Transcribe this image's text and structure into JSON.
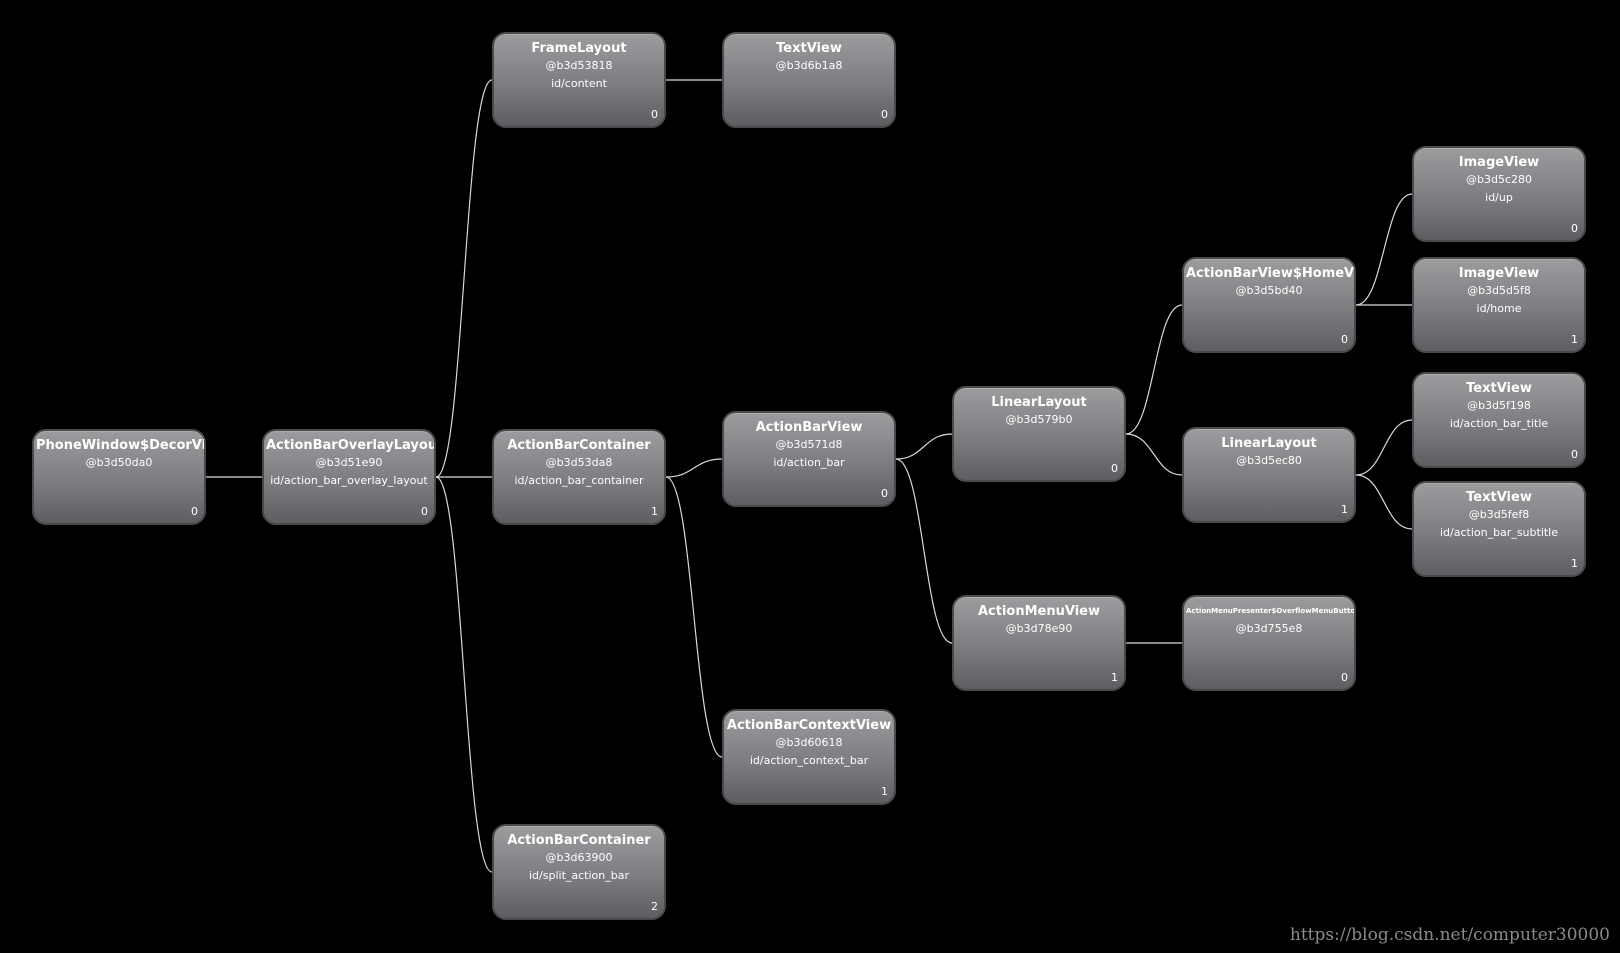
{
  "nodes": {
    "decor": {
      "title": "PhoneWindow$DecorView",
      "addr": "@b3d50da0",
      "rid": "",
      "index": "0"
    },
    "overlay": {
      "title": "ActionBarOverlayLayout",
      "addr": "@b3d51e90",
      "rid": "id/action_bar_overlay_layout",
      "index": "0"
    },
    "frame": {
      "title": "FrameLayout",
      "addr": "@b3d53818",
      "rid": "id/content",
      "index": "0"
    },
    "textview_content": {
      "title": "TextView",
      "addr": "@b3d6b1a8",
      "rid": "",
      "index": "0"
    },
    "container": {
      "title": "ActionBarContainer",
      "addr": "@b3d53da8",
      "rid": "id/action_bar_container",
      "index": "1"
    },
    "split": {
      "title": "ActionBarContainer",
      "addr": "@b3d63900",
      "rid": "id/split_action_bar",
      "index": "2"
    },
    "actionbarview": {
      "title": "ActionBarView",
      "addr": "@b3d571d8",
      "rid": "id/action_bar",
      "index": "0"
    },
    "contextview": {
      "title": "ActionBarContextView",
      "addr": "@b3d60618",
      "rid": "id/action_context_bar",
      "index": "1"
    },
    "linear1": {
      "title": "LinearLayout",
      "addr": "@b3d579b0",
      "rid": "",
      "index": "0"
    },
    "menuview": {
      "title": "ActionMenuView",
      "addr": "@b3d78e90",
      "rid": "",
      "index": "1"
    },
    "homeview": {
      "title": "ActionBarView$HomeView",
      "addr": "@b3d5bd40",
      "rid": "",
      "index": "0"
    },
    "linear2": {
      "title": "LinearLayout",
      "addr": "@b3d5ec80",
      "rid": "",
      "index": "1"
    },
    "overflow": {
      "title": "ActionMenuPresenter$OverflowMenuButton",
      "addr": "@b3d755e8",
      "rid": "",
      "index": "0"
    },
    "img_up": {
      "title": "ImageView",
      "addr": "@b3d5c280",
      "rid": "id/up",
      "index": "0"
    },
    "img_home": {
      "title": "ImageView",
      "addr": "@b3d5d5f8",
      "rid": "id/home",
      "index": "1"
    },
    "tv_title": {
      "title": "TextView",
      "addr": "@b3d5f198",
      "rid": "id/action_bar_title",
      "index": "0"
    },
    "tv_subtitle": {
      "title": "TextView",
      "addr": "@b3d5fef8",
      "rid": "id/action_bar_subtitle",
      "index": "1"
    }
  },
  "edges": [
    [
      "decor",
      "overlay"
    ],
    [
      "overlay",
      "frame"
    ],
    [
      "overlay",
      "container"
    ],
    [
      "overlay",
      "split"
    ],
    [
      "frame",
      "textview_content"
    ],
    [
      "container",
      "actionbarview"
    ],
    [
      "container",
      "contextview"
    ],
    [
      "actionbarview",
      "linear1"
    ],
    [
      "actionbarview",
      "menuview"
    ],
    [
      "linear1",
      "homeview"
    ],
    [
      "linear1",
      "linear2"
    ],
    [
      "homeview",
      "img_up"
    ],
    [
      "homeview",
      "img_home"
    ],
    [
      "linear2",
      "tv_title"
    ],
    [
      "linear2",
      "tv_subtitle"
    ],
    [
      "menuview",
      "overflow"
    ]
  ],
  "watermark": "https://blog.csdn.net/computer30000"
}
